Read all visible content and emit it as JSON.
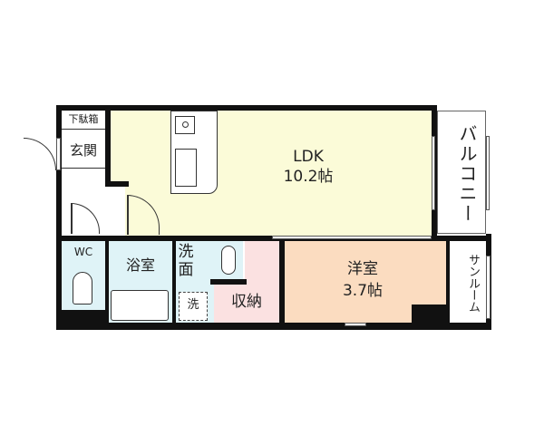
{
  "floorplan": {
    "rooms": {
      "shoe_box": {
        "label": "下駄箱"
      },
      "entrance": {
        "label": "玄関"
      },
      "ldk": {
        "label": "LDK",
        "size": "10.2帖"
      },
      "balcony": {
        "label": "バルコニー"
      },
      "wc": {
        "label": "WC"
      },
      "bath": {
        "label": "浴室"
      },
      "washroom": {
        "label": "洗面"
      },
      "washer": {
        "label": "洗"
      },
      "storage": {
        "label": "収納"
      },
      "western_room": {
        "label": "洋室",
        "size": "3.7帖"
      },
      "sunroom": {
        "label": "サンルーム"
      }
    },
    "colors": {
      "ldk": "#fbfbd8",
      "wet": "#dff3f7",
      "storage": "#fbe1e1",
      "western": "#fbdcc0",
      "wall": "#111111"
    }
  }
}
